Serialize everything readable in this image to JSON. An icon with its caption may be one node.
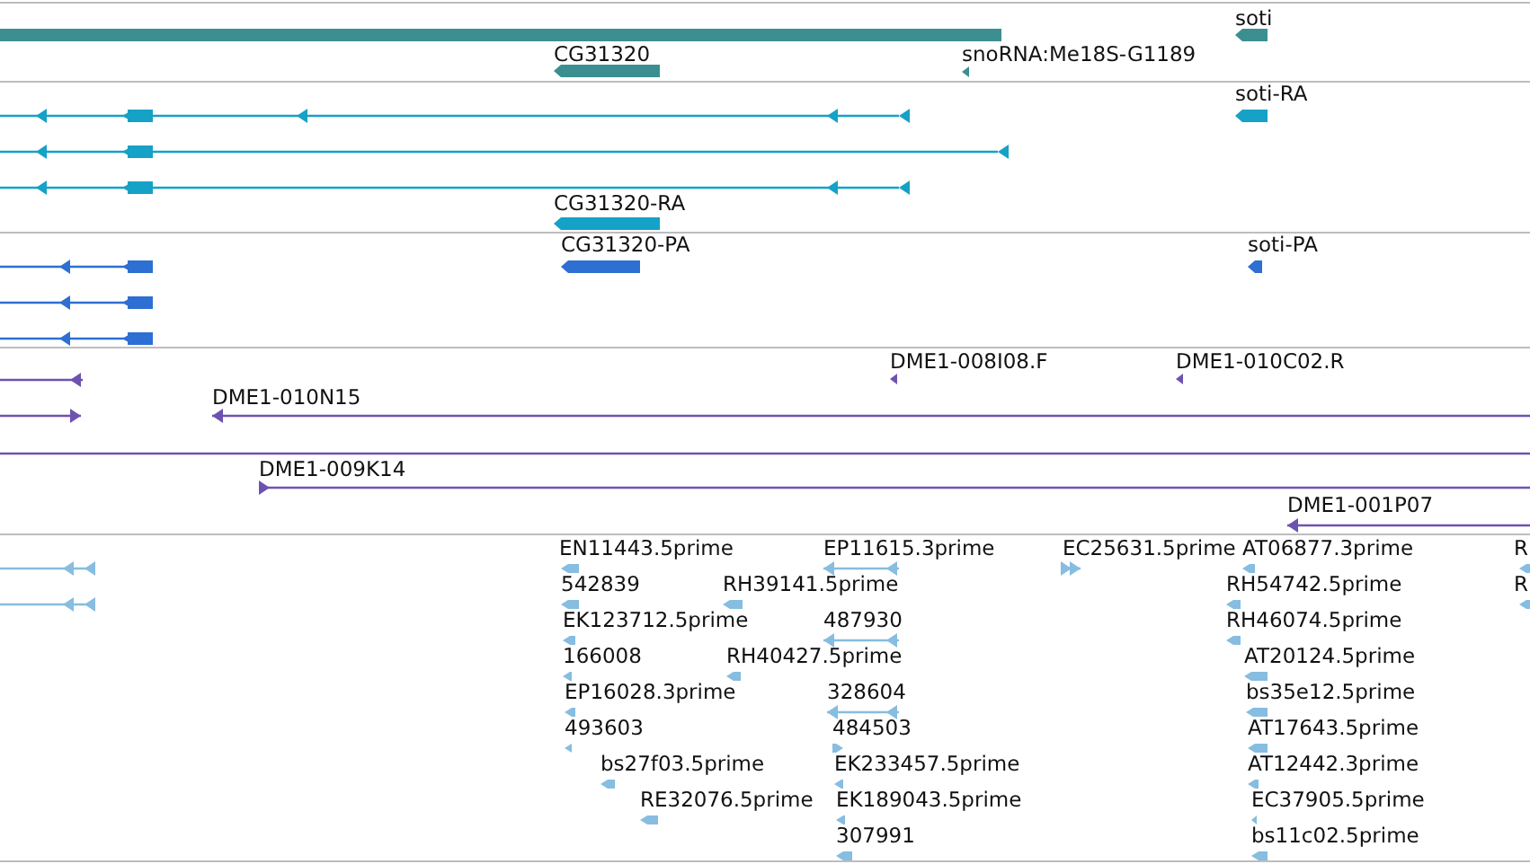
{
  "diagram": {
    "nodes": [
      {
        "text": [],
        "shape": "bar"
      },
      {
        "text": [
          "soti"
        ]
      },
      {
        "text": [
          "CG31320"
        ]
      },
      {
        "text": [
          "snoRNA:Me18S-G1189"
        ]
      },
      {
        "text": [],
        "shape": "line"
      },
      {
        "text": [],
        "shape": "line"
      },
      {
        "text": [],
        "shape": "line"
      },
      {
        "text": [
          "soti-RA"
        ]
      },
      {
        "text": [
          "CG31320-RA"
        ]
      },
      {
        "text": [
          "CG31320-PA"
        ]
      },
      {
        "text": [
          "soti-PA"
        ]
      },
      {
        "text": [],
        "shape": "line"
      },
      {
        "text": [],
        "shape": "line"
      },
      {
        "text": [],
        "shape": "line"
      },
      {
        "text": [],
        "shape": "line"
      },
      {
        "text": [
          "DME1-008I08.F"
        ]
      },
      {
        "text": [
          "DME1-010C02.R"
        ]
      },
      {
        "text": [],
        "shape": "line"
      },
      {
        "text": [
          "DME1-010N15"
        ]
      },
      {
        "text": [],
        "shape": "line"
      },
      {
        "text": [
          "DME1-009K14"
        ]
      },
      {
        "text": [
          "DME1-001P07"
        ]
      },
      {
        "text": [],
        "shape": "line"
      },
      {
        "text": [],
        "shape": "line"
      },
      {
        "text": [
          "EN11443.5prime"
        ]
      },
      {
        "text": [
          "EP11615.3prime"
        ]
      },
      {
        "text": [
          "EC25631.5prime"
        ]
      },
      {
        "text": [
          "AT06877.3prime"
        ]
      },
      {
        "text": [
          "R"
        ]
      },
      {
        "text": [
          "542839"
        ]
      },
      {
        "text": [
          "RH39141.5prime"
        ]
      },
      {
        "text": [
          "RH54742.5prime"
        ]
      },
      {
        "text": [
          "R"
        ]
      },
      {
        "text": [
          "EK123712.5prime"
        ]
      },
      {
        "text": [
          "487930"
        ]
      },
      {
        "text": [
          "RH46074.5prime"
        ]
      },
      {
        "text": [
          "166008"
        ]
      },
      {
        "text": [
          "RH40427.5prime"
        ]
      },
      {
        "text": [
          "AT20124.5prime"
        ]
      },
      {
        "text": [
          "EP16028.3prime"
        ]
      },
      {
        "text": [
          "328604"
        ]
      },
      {
        "text": [
          "bs35e12.5prime"
        ]
      },
      {
        "text": [
          "493603"
        ]
      },
      {
        "text": [
          "484503"
        ]
      },
      {
        "text": [
          "AT17643.5prime"
        ]
      },
      {
        "text": [
          "bs27f03.5prime"
        ]
      },
      {
        "text": [
          "EK233457.5prime"
        ]
      },
      {
        "text": [
          "AT12442.3prime"
        ]
      },
      {
        "text": [
          "RE32076.5prime"
        ]
      },
      {
        "text": [
          "EK189043.5prime"
        ]
      },
      {
        "text": [
          "EC37905.5prime"
        ]
      },
      {
        "text": [
          "307991"
        ]
      },
      {
        "text": [
          "bs11c02.5prime"
        ]
      }
    ]
  }
}
